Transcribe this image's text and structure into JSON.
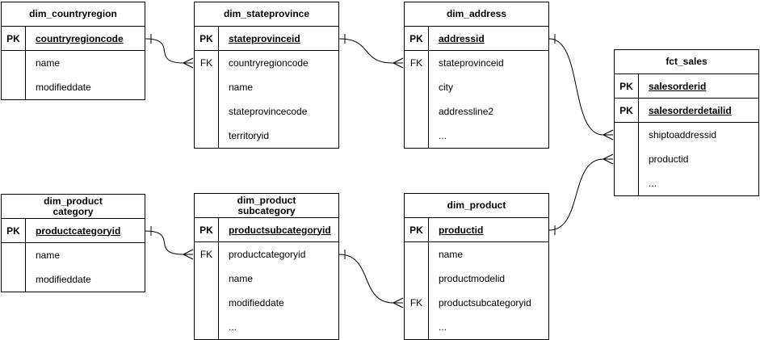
{
  "diagram": {
    "background": "#ffffff",
    "line_color": "#000000",
    "text_color": "#000000"
  },
  "tables": [
    {
      "id": "dim_countryregion",
      "name_lines": [
        "dim_countryregion"
      ],
      "rows": [
        {
          "key": "PK",
          "label": "countryregioncode",
          "pk": true
        },
        {
          "key": "",
          "label": "name",
          "pk": false
        },
        {
          "key": "",
          "label": "modifieddate",
          "pk": false
        }
      ]
    },
    {
      "id": "dim_stateprovince",
      "name_lines": [
        "dim_stateprovince"
      ],
      "rows": [
        {
          "key": "PK",
          "label": "stateprovinceid",
          "pk": true
        },
        {
          "key": "FK",
          "label": "countryregioncode",
          "pk": false
        },
        {
          "key": "",
          "label": "name",
          "pk": false
        },
        {
          "key": "",
          "label": "stateprovincecode",
          "pk": false
        },
        {
          "key": "",
          "label": "territoryid",
          "pk": false
        }
      ]
    },
    {
      "id": "dim_address",
      "name_lines": [
        "dim_address"
      ],
      "rows": [
        {
          "key": "PK",
          "label": "addressid",
          "pk": true
        },
        {
          "key": "FK",
          "label": "stateprovinceid",
          "pk": false
        },
        {
          "key": "",
          "label": "city",
          "pk": false
        },
        {
          "key": "",
          "label": "addressline2",
          "pk": false
        },
        {
          "key": "",
          "label": "...",
          "pk": false
        }
      ]
    },
    {
      "id": "fct_sales",
      "name_lines": [
        "fct_sales"
      ],
      "rows": [
        {
          "key": "PK",
          "label": "salesorderid",
          "pk": true
        },
        {
          "key": "PK",
          "label": "salesorderdetailid",
          "pk": true
        },
        {
          "key": "",
          "label": "shiptoaddressid",
          "pk": false
        },
        {
          "key": "",
          "label": "productid",
          "pk": false
        },
        {
          "key": "",
          "label": "...",
          "pk": false
        }
      ]
    },
    {
      "id": "dim_product_category",
      "name_lines": [
        "dim_product",
        "category"
      ],
      "rows": [
        {
          "key": "PK",
          "label": "productcategoryid",
          "pk": true
        },
        {
          "key": "",
          "label": "name",
          "pk": false
        },
        {
          "key": "",
          "label": "modifieddate",
          "pk": false
        }
      ]
    },
    {
      "id": "dim_product_subcategory",
      "name_lines": [
        "dim_product",
        "subcategory"
      ],
      "rows": [
        {
          "key": "PK",
          "label": "productsubcategoryid",
          "pk": true
        },
        {
          "key": "FK",
          "label": "productcategoryid",
          "pk": false
        },
        {
          "key": "",
          "label": "name",
          "pk": false
        },
        {
          "key": "",
          "label": "modifieddate",
          "pk": false
        },
        {
          "key": "",
          "label": "...",
          "pk": false
        }
      ]
    },
    {
      "id": "dim_product",
      "name_lines": [
        "dim_product"
      ],
      "rows": [
        {
          "key": "PK",
          "label": "productid",
          "pk": true
        },
        {
          "key": "",
          "label": "name",
          "pk": false
        },
        {
          "key": "",
          "label": "productmodelid",
          "pk": false
        },
        {
          "key": "FK",
          "label": "productsubcategoryid",
          "pk": false
        },
        {
          "key": "",
          "label": "...",
          "pk": false
        }
      ]
    }
  ],
  "relationships": [
    {
      "id": "countryregion-to-stateprovince",
      "from": "dim_countryregion",
      "from_row": 0,
      "to": "dim_stateprovince",
      "to_row": 1,
      "from_cardinality": "one",
      "to_cardinality": "many"
    },
    {
      "id": "stateprovince-to-address",
      "from": "dim_stateprovince",
      "from_row": 0,
      "to": "dim_address",
      "to_row": 1,
      "from_cardinality": "one",
      "to_cardinality": "many"
    },
    {
      "id": "address-to-fct-sales",
      "from": "dim_address",
      "from_row": 0,
      "to": "fct_sales",
      "to_row": 2,
      "from_cardinality": "one",
      "to_cardinality": "many"
    },
    {
      "id": "product-to-fct-sales",
      "from": "dim_product",
      "from_row": 0,
      "to": "fct_sales",
      "to_row": 3,
      "from_cardinality": "one",
      "to_cardinality": "many"
    },
    {
      "id": "category-to-subcategory",
      "from": "dim_product_category",
      "from_row": 0,
      "to": "dim_product_subcategory",
      "to_row": 1,
      "from_cardinality": "one",
      "to_cardinality": "many"
    },
    {
      "id": "subcategory-to-product",
      "from": "dim_product_subcategory",
      "from_row": 1,
      "to": "dim_product",
      "to_row": 3,
      "from_cardinality": "one",
      "to_cardinality": "many"
    }
  ]
}
